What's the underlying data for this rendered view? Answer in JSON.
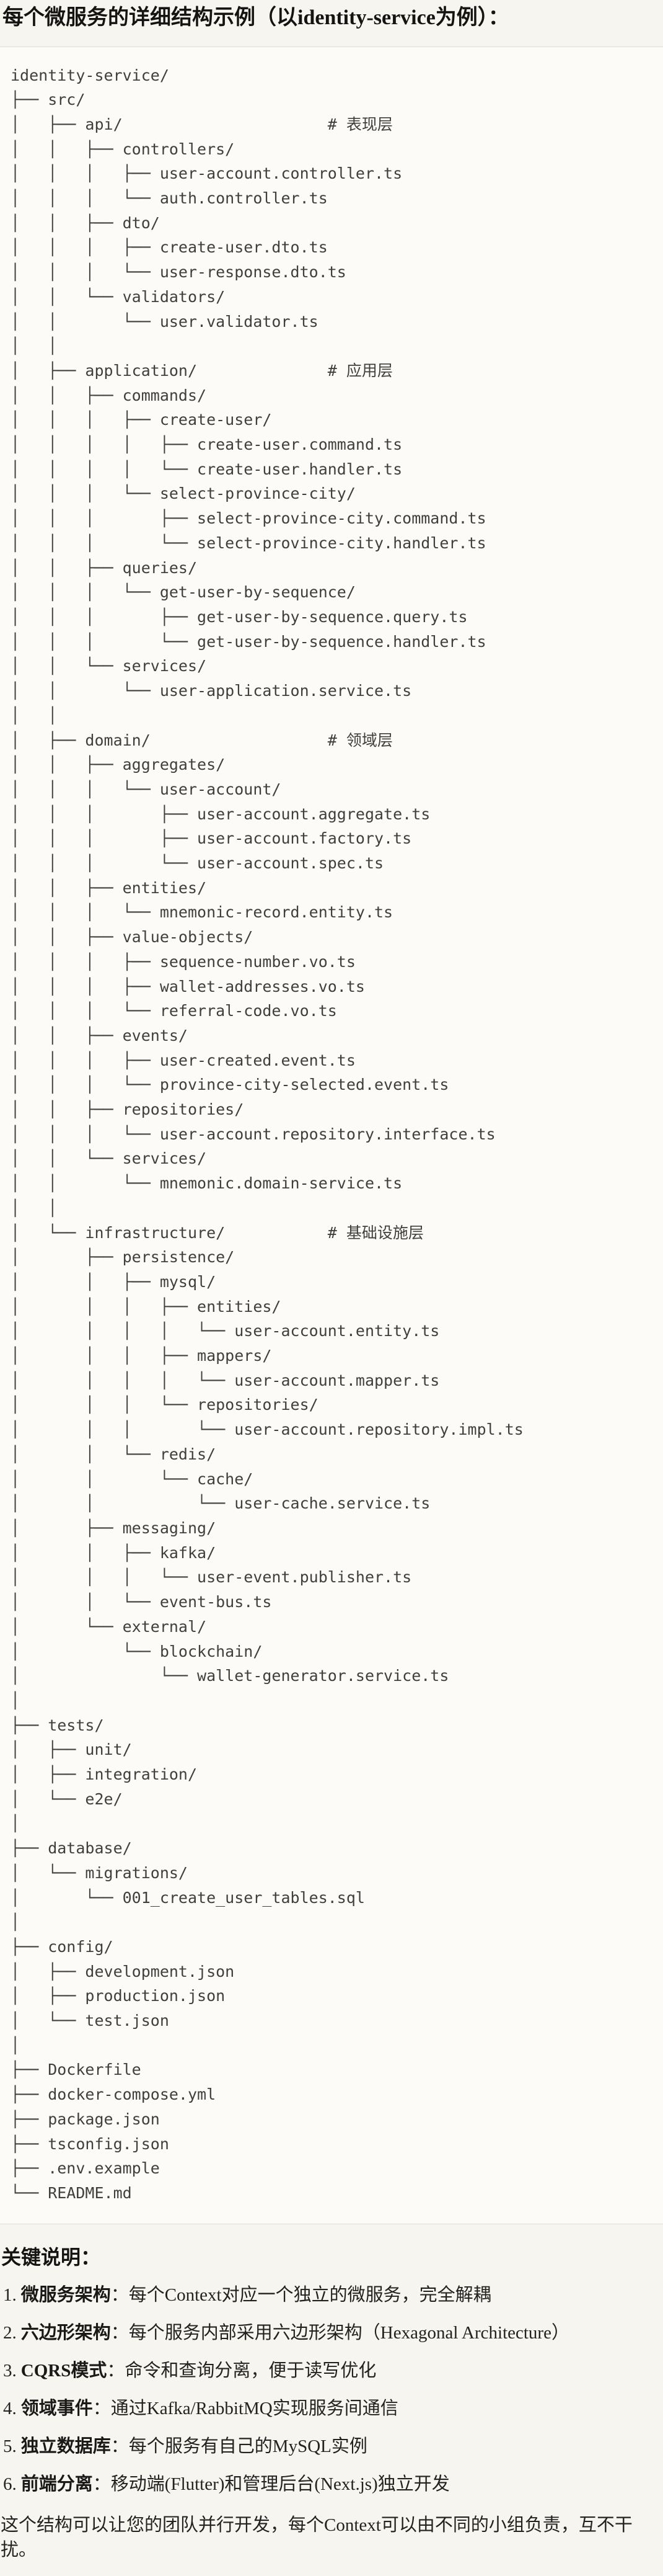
{
  "page": {
    "title": "每个微服务的详细结构示例（以identity-service为例）："
  },
  "code_block": {
    "language": "plaintext",
    "lines": [
      "identity-service/",
      "├── src/",
      "│   ├── api/                      # 表现层",
      "│   │   ├── controllers/",
      "│   │   │   ├── user-account.controller.ts",
      "│   │   │   └── auth.controller.ts",
      "│   │   ├── dto/",
      "│   │   │   ├── create-user.dto.ts",
      "│   │   │   └── user-response.dto.ts",
      "│   │   └── validators/",
      "│   │       └── user.validator.ts",
      "│   │",
      "│   ├── application/              # 应用层",
      "│   │   ├── commands/",
      "│   │   │   ├── create-user/",
      "│   │   │   │   ├── create-user.command.ts",
      "│   │   │   │   └── create-user.handler.ts",
      "│   │   │   └── select-province-city/",
      "│   │   │       ├── select-province-city.command.ts",
      "│   │   │       └── select-province-city.handler.ts",
      "│   │   ├── queries/",
      "│   │   │   └── get-user-by-sequence/",
      "│   │   │       ├── get-user-by-sequence.query.ts",
      "│   │   │       └── get-user-by-sequence.handler.ts",
      "│   │   └── services/",
      "│   │       └── user-application.service.ts",
      "│   │",
      "│   ├── domain/                   # 领域层",
      "│   │   ├── aggregates/",
      "│   │   │   └── user-account/",
      "│   │   │       ├── user-account.aggregate.ts",
      "│   │   │       ├── user-account.factory.ts",
      "│   │   │       └── user-account.spec.ts",
      "│   │   ├── entities/",
      "│   │   │   └── mnemonic-record.entity.ts",
      "│   │   ├── value-objects/",
      "│   │   │   ├── sequence-number.vo.ts",
      "│   │   │   ├── wallet-addresses.vo.ts",
      "│   │   │   └── referral-code.vo.ts",
      "│   │   ├── events/",
      "│   │   │   ├── user-created.event.ts",
      "│   │   │   └── province-city-selected.event.ts",
      "│   │   ├── repositories/",
      "│   │   │   └── user-account.repository.interface.ts",
      "│   │   └── services/",
      "│   │       └── mnemonic.domain-service.ts",
      "│   │",
      "│   └── infrastructure/           # 基础设施层",
      "│       ├── persistence/",
      "│       │   ├── mysql/",
      "│       │   │   ├── entities/",
      "│       │   │   │   └── user-account.entity.ts",
      "│       │   │   ├── mappers/",
      "│       │   │   │   └── user-account.mapper.ts",
      "│       │   │   └── repositories/",
      "│       │   │       └── user-account.repository.impl.ts",
      "│       │   └── redis/",
      "│       │       └── cache/",
      "│       │           └── user-cache.service.ts",
      "│       ├── messaging/",
      "│       │   ├── kafka/",
      "│       │   │   └── user-event.publisher.ts",
      "│       │   └── event-bus.ts",
      "│       └── external/",
      "│           └── blockchain/",
      "│               └── wallet-generator.service.ts",
      "│",
      "├── tests/",
      "│   ├── unit/",
      "│   ├── integration/",
      "│   └── e2e/",
      "│",
      "├── database/",
      "│   └── migrations/",
      "│       └── 001_create_user_tables.sql",
      "│",
      "├── config/",
      "│   ├── development.json",
      "│   ├── production.json",
      "│   └── test.json",
      "│",
      "├── Dockerfile",
      "├── docker-compose.yml",
      "├── package.json",
      "├── tsconfig.json",
      "├── .env.example",
      "└── README.md"
    ]
  },
  "notes": {
    "heading": "关键说明：",
    "items": [
      {
        "num": "1.",
        "term": "微服务架构",
        "sep": "：",
        "text": "每个Context对应一个独立的微服务，完全解耦"
      },
      {
        "num": "2.",
        "term": "六边形架构",
        "sep": "：",
        "text": "每个服务内部采用六边形架构（Hexagonal Architecture）"
      },
      {
        "num": "3.",
        "term": "CQRS模式",
        "sep": "：",
        "text": "命令和查询分离，便于读写优化"
      },
      {
        "num": "4.",
        "term": "领域事件",
        "sep": "：",
        "text": "通过Kafka/RabbitMQ实现服务间通信"
      },
      {
        "num": "5.",
        "term": "独立数据库",
        "sep": "：",
        "text": "每个服务有自己的MySQL实例"
      },
      {
        "num": "6.",
        "term": "前端分离",
        "sep": "：",
        "text": "移动端(Flutter)和管理后台(Next.js)独立开发"
      }
    ],
    "closing": "这个结构可以让您的团队并行开发，每个Context可以由不同的小组负责，互不干扰。"
  }
}
